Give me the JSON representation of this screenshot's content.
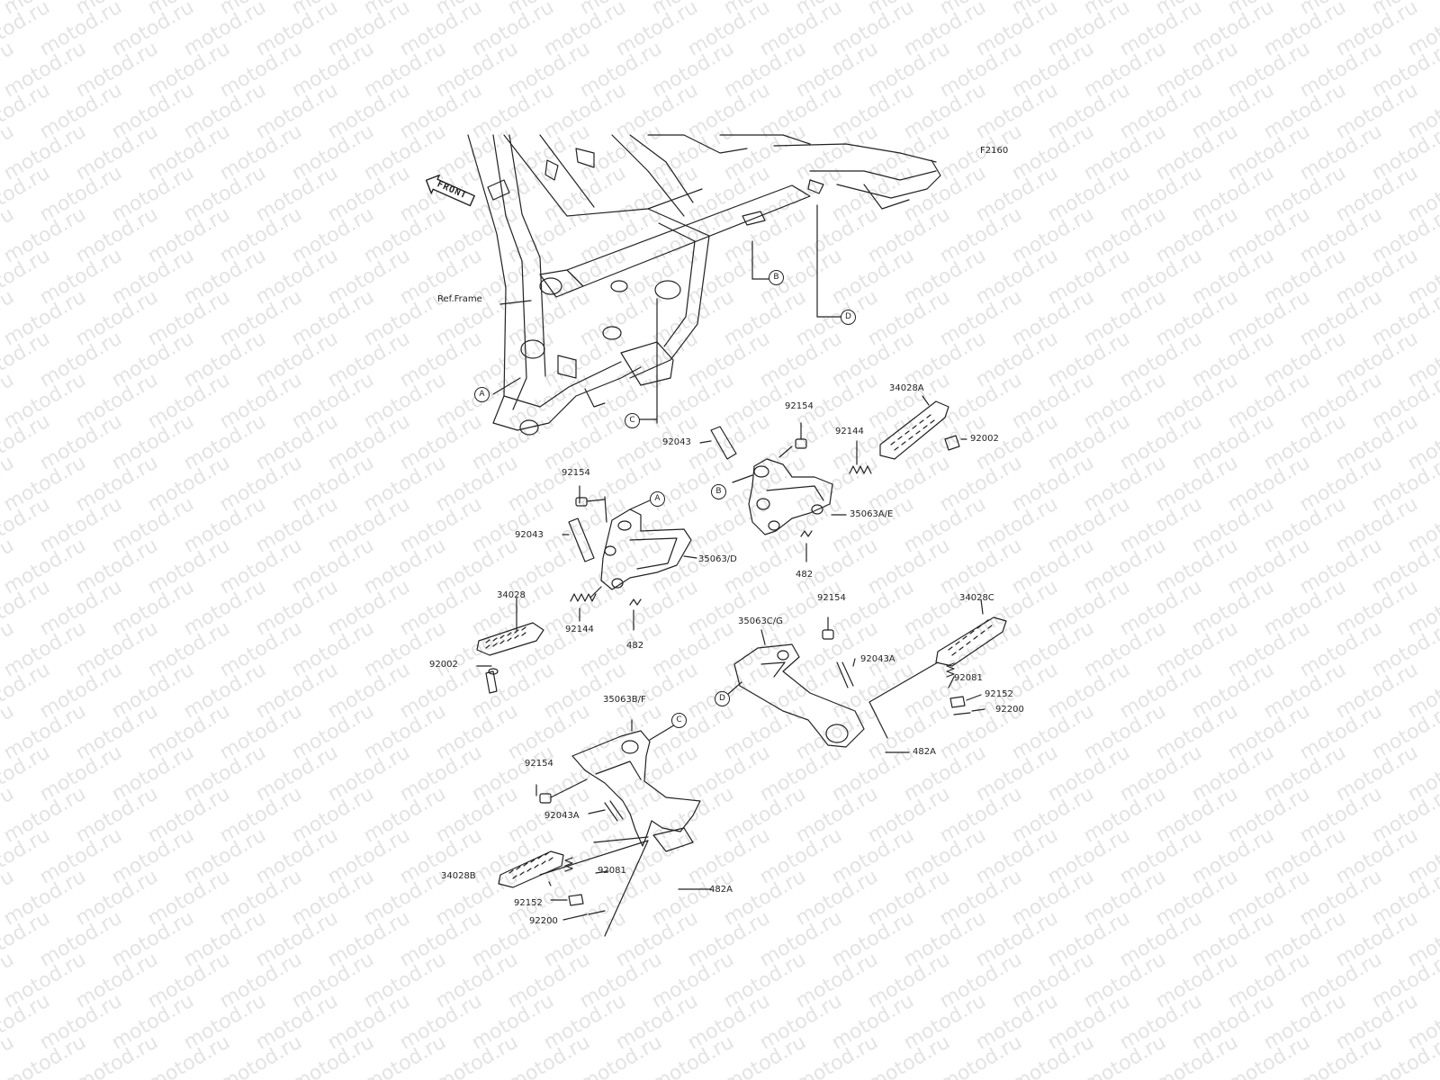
{
  "diagram": {
    "code": "F2160",
    "front_label": "FRONT",
    "ref_frame_label": "Ref.Frame",
    "watermark": "motod.ru",
    "line_color": "#222222",
    "watermark_color": "#e3e3e3"
  },
  "markers": {
    "A": "A",
    "B": "B",
    "C": "C",
    "D": "D"
  },
  "parts": {
    "p92154_a": "92154",
    "p92043_a": "92043",
    "p35063d": "35063/D",
    "p34028": "34028",
    "p92144_a": "92144",
    "p482_a": "482",
    "p92002_a": "92002",
    "p92154_b": "92154",
    "p34028a": "34028A",
    "p92144_b": "92144",
    "p92043_b": "92043",
    "p92002_b": "92002",
    "p35063ae": "35063A/E",
    "p482_b": "482",
    "p92154_c": "92154",
    "p35063cg": "35063C/G",
    "p34028c": "34028C",
    "p92043a_a": "92043A",
    "p92081_a": "92081",
    "p92152_a": "92152",
    "p92200_a": "92200",
    "p482a_a": "482A",
    "p35063bf": "35063B/F",
    "p92154_d": "92154",
    "p92043a_b": "92043A",
    "p34028b": "34028B",
    "p92081_b": "92081",
    "p92152_b": "92152",
    "p92200_b": "92200",
    "p482a_b": "482A"
  }
}
